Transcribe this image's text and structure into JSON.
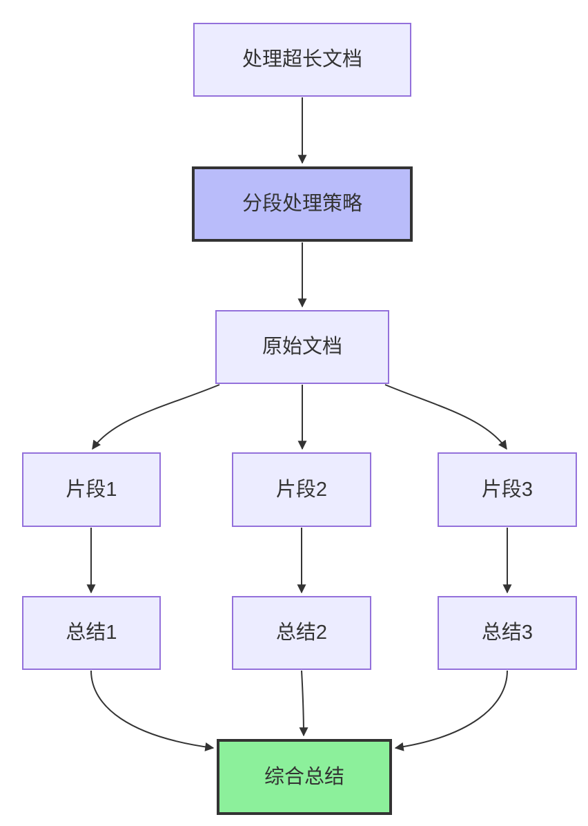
{
  "diagram": {
    "type": "flowchart-top-down",
    "nodes": [
      {
        "id": "A",
        "label": "处理超长文档",
        "style": "default"
      },
      {
        "id": "B",
        "label": "分段处理策略",
        "style": "highlight"
      },
      {
        "id": "C",
        "label": "原始文档",
        "style": "default"
      },
      {
        "id": "D1",
        "label": "片段1",
        "style": "default"
      },
      {
        "id": "D2",
        "label": "片段2",
        "style": "default"
      },
      {
        "id": "D3",
        "label": "片段3",
        "style": "default"
      },
      {
        "id": "E1",
        "label": "总结1",
        "style": "default"
      },
      {
        "id": "E2",
        "label": "总结2",
        "style": "default"
      },
      {
        "id": "E3",
        "label": "总结3",
        "style": "default"
      },
      {
        "id": "F",
        "label": "综合总结",
        "style": "success"
      }
    ],
    "edges": [
      {
        "from": "A",
        "to": "B"
      },
      {
        "from": "B",
        "to": "C"
      },
      {
        "from": "C",
        "to": "D1"
      },
      {
        "from": "C",
        "to": "D2"
      },
      {
        "from": "C",
        "to": "D3"
      },
      {
        "from": "D1",
        "to": "E1"
      },
      {
        "from": "D2",
        "to": "E2"
      },
      {
        "from": "D3",
        "to": "E3"
      },
      {
        "from": "E1",
        "to": "F"
      },
      {
        "from": "E2",
        "to": "F"
      },
      {
        "from": "E3",
        "to": "F"
      }
    ],
    "colors": {
      "node_fill": "#ECECFF",
      "node_border": "#9370DB",
      "highlight_fill": "#B9BCFA",
      "highlight_border": "#333333",
      "success_fill": "#8CF09B",
      "success_border": "#333333",
      "edge_color": "#333333",
      "text_color": "#333333",
      "background": "#FFFFFF"
    }
  }
}
